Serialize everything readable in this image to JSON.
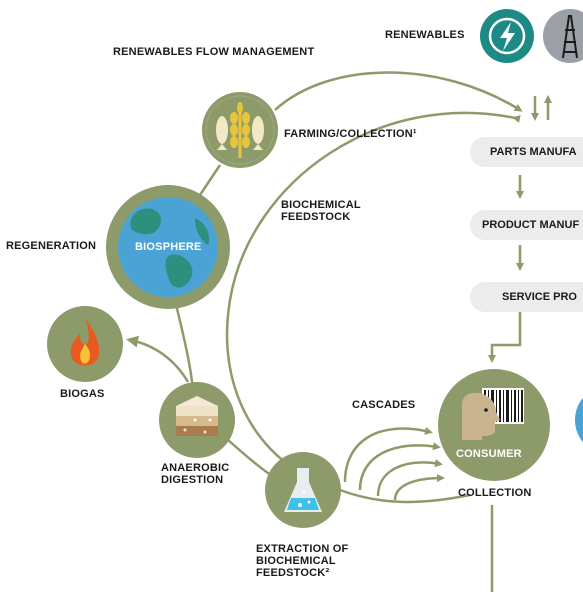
{
  "title": "RENEWABLES FLOW MANAGEMENT",
  "renewables_label": "RENEWABLES",
  "nodes": {
    "farming": "FARMING/COLLECTION¹",
    "biochemical_feedstock": [
      "BIOCHEMICAL",
      "FEEDSTOCK"
    ],
    "regeneration": "REGENERATION",
    "biosphere": "BIOSPHERE",
    "biogas": "BIOGAS",
    "anaerobic": [
      "ANAEROBIC",
      "DIGESTION"
    ],
    "extraction": [
      "EXTRACTION OF",
      "BIOCHEMICAL",
      "FEEDSTOCK²"
    ],
    "cascades": "CASCADES",
    "consumer": "CONSUMER",
    "collection": "COLLECTION"
  },
  "stages": [
    "PARTS MANUFA",
    "PRODUCT MANUF",
    "SERVICE PRO"
  ],
  "colors": {
    "green": "#8d9b6a",
    "dark_green": "#7a8a56",
    "ocean": "#4aa3d4",
    "land": "#2e8f7f",
    "pill": "#ececec",
    "renewables_teal": "#1e8a86",
    "renewables_grey": "#9aa0a6"
  },
  "icons": [
    "lightning-icon",
    "oil-derrick-icon",
    "fish-wheat-icon",
    "globe-icon",
    "flame-icon",
    "soil-layers-icon",
    "flask-icon",
    "head-barcode-icon"
  ]
}
